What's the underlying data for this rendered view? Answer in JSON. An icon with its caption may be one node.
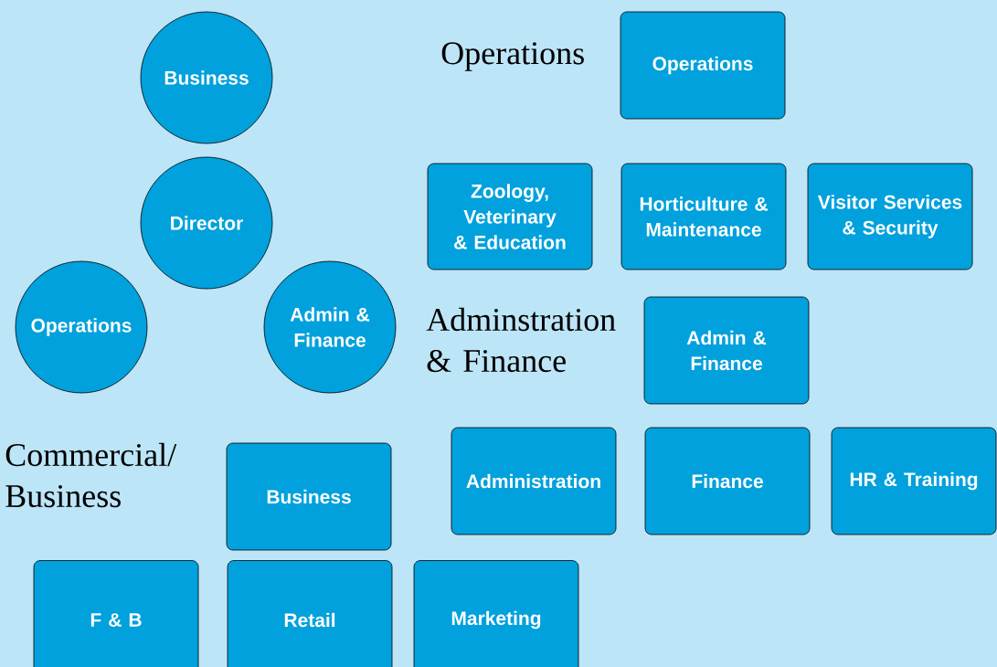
{
  "diagram": {
    "nodes": [
      {
        "text": [
          "Business"
        ]
      },
      {
        "text": [
          "Director"
        ]
      },
      {
        "text": [
          "Operations"
        ]
      },
      {
        "text": [
          "Admin & Finance"
        ]
      },
      {
        "text": [
          "Operations"
        ]
      },
      {
        "text": [
          "Zoology, Veterinary & Education"
        ]
      },
      {
        "text": [
          "Horticulture & Maintenance"
        ]
      },
      {
        "text": [
          "Visitor Services & Security"
        ]
      },
      {
        "text": [
          "Admin & Finance"
        ]
      },
      {
        "text": [
          "Administration"
        ]
      },
      {
        "text": [
          "Finance"
        ]
      },
      {
        "text": [
          "HR & Training"
        ]
      },
      {
        "text": [
          "Business"
        ]
      },
      {
        "text": [
          "F & B"
        ]
      },
      {
        "text": [
          "Retail"
        ]
      },
      {
        "text": [
          "Marketing"
        ]
      }
    ],
    "edges": [],
    "labels": [
      "Operations",
      "Adminstration & Finance",
      "Commercial/ Business"
    ]
  }
}
